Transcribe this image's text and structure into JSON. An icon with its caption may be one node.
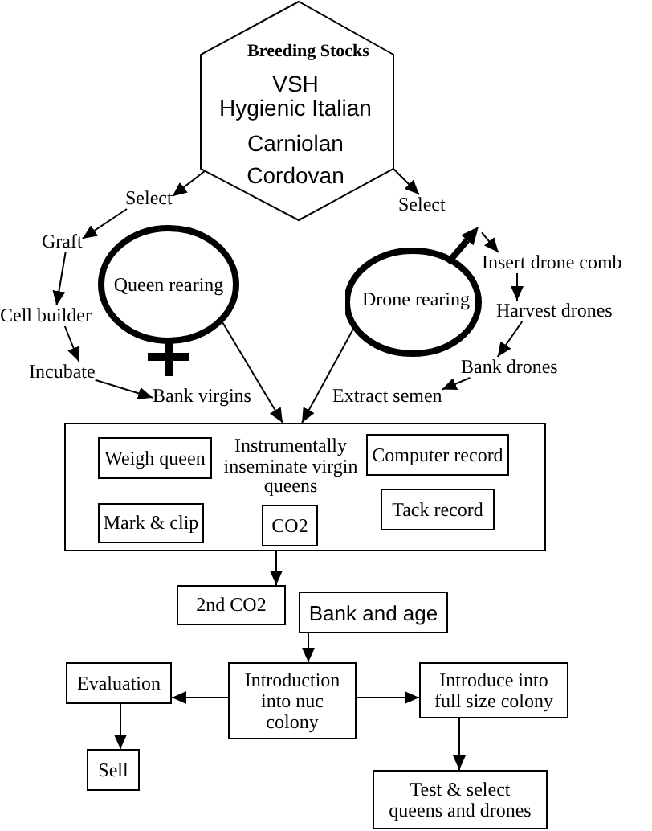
{
  "diagram": {
    "nodes": [
      {
        "text": [
          "Breeding Stocks",
          "VSH",
          "Hygienic Italian",
          "Carniolan",
          "Cordovan"
        ]
      },
      {
        "text": [
          "Select"
        ]
      },
      {
        "text": [
          "Select"
        ]
      },
      {
        "text": [
          "Graft"
        ]
      },
      {
        "text": [
          "Insert drone comb"
        ]
      },
      {
        "text": [
          "Queen rearing"
        ]
      },
      {
        "text": [
          "Drone rearing"
        ]
      },
      {
        "text": [
          "Cell builder"
        ]
      },
      {
        "text": [
          "Harvest drones"
        ]
      },
      {
        "text": [
          "Incubate"
        ]
      },
      {
        "text": [
          "Bank drones"
        ]
      },
      {
        "text": [
          "Bank virgins"
        ]
      },
      {
        "text": [
          "Extract semen"
        ]
      },
      {
        "text": [
          "Instrumentally inseminate virgin queens"
        ]
      },
      {
        "text": [
          "Weigh queen"
        ],
        "in": 13
      },
      {
        "text": [
          "Computer record"
        ],
        "in": 13
      },
      {
        "text": [
          "Mark & clip"
        ],
        "in": 13
      },
      {
        "text": [
          "CO2"
        ],
        "in": 13
      },
      {
        "text": [
          "Tack record"
        ],
        "in": 13
      },
      {
        "text": [
          "2nd CO2"
        ]
      },
      {
        "text": [
          "Bank and age"
        ]
      },
      {
        "text": [
          "Evaluation"
        ]
      },
      {
        "text": [
          "Introduction into nuc colony"
        ]
      },
      {
        "text": [
          "Introduce into full size colony"
        ]
      },
      {
        "text": [
          "Sell"
        ]
      },
      {
        "text": [
          "Test & select queens and drones"
        ]
      }
    ],
    "edges": [
      {
        "from": 0,
        "to": 1,
        "arrow": "to"
      },
      {
        "from": 0,
        "to": 2,
        "arrow": "to"
      },
      {
        "from": 1,
        "to": 3,
        "arrow": "to"
      },
      {
        "from": 3,
        "to": 7,
        "arrow": "to"
      },
      {
        "from": 7,
        "to": 9,
        "arrow": "to"
      },
      {
        "from": 9,
        "to": 11,
        "arrow": "to"
      },
      {
        "from": 6,
        "to": 4,
        "arrow": "to"
      },
      {
        "from": 4,
        "to": 8,
        "arrow": "to"
      },
      {
        "from": 8,
        "to": 10,
        "arrow": "to"
      },
      {
        "from": 10,
        "to": 12,
        "arrow": "to"
      },
      {
        "from": 5,
        "to": 13,
        "arrow": "to"
      },
      {
        "from": 6,
        "to": 13,
        "arrow": "to"
      },
      {
        "from": 13,
        "to": 19,
        "arrow": "to"
      },
      {
        "from": 20,
        "to": 22,
        "arrow": "to"
      },
      {
        "from": 22,
        "to": 21,
        "arrow": "to"
      },
      {
        "from": 21,
        "to": 24,
        "arrow": "to"
      },
      {
        "from": 22,
        "to": 23,
        "arrow": "to"
      },
      {
        "from": 23,
        "to": 25,
        "arrow": "to"
      }
    ]
  }
}
